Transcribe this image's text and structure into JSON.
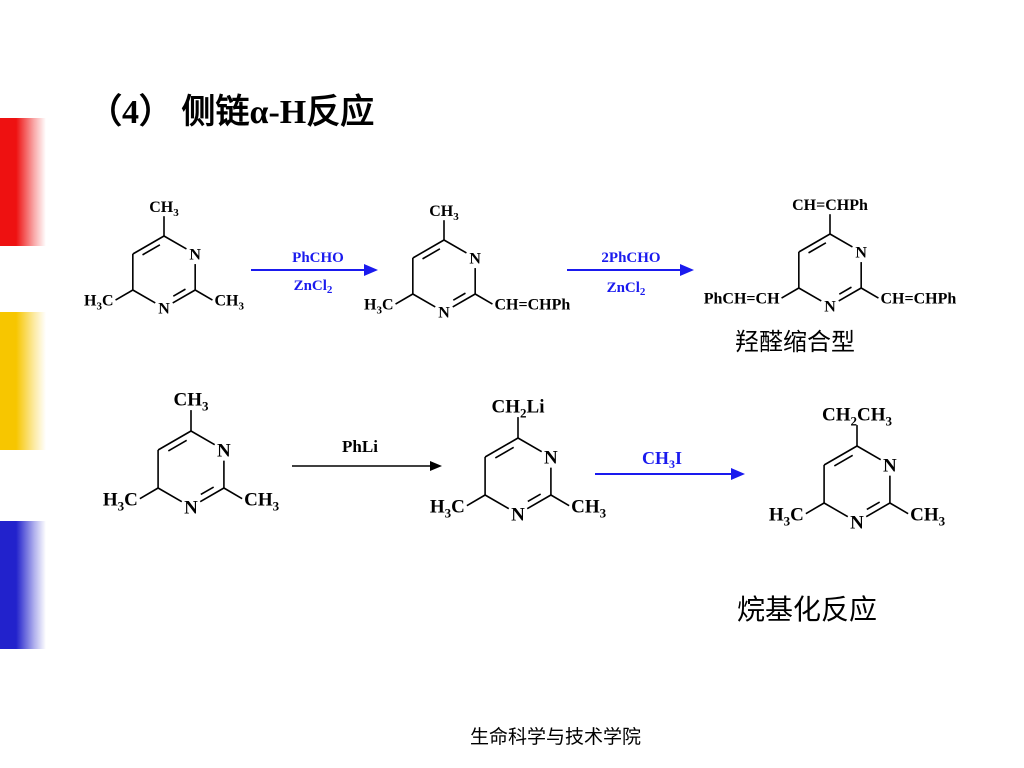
{
  "title": "（4） 侧链α-H反应",
  "colors": {
    "bar_red": "#ee1111",
    "bar_yellow": "#f7c600",
    "bar_blue": "#2222cc",
    "reagent_blue": "#1a1aee"
  },
  "scheme1": {
    "reactant": {
      "top": "CH3",
      "left": "H3C",
      "right": "CH3"
    },
    "step1": {
      "reagent_above": "PhCHO",
      "reagent_below": "ZnCl2"
    },
    "intermediate": {
      "top": "CH3",
      "left": "H3C",
      "right": "CH=CHPh"
    },
    "step2": {
      "reagent_above": "2PhCHO",
      "reagent_below": "ZnCl2"
    },
    "product": {
      "top": "CH=CHPh",
      "left": "PhCH=CH",
      "right": "CH=CHPh"
    },
    "caption": "羟醛缩合型"
  },
  "scheme2": {
    "reactant": {
      "top": "CH3",
      "left": "H3C",
      "right": "CH3"
    },
    "step1": {
      "reagent": "PhLi"
    },
    "intermediate": {
      "top": "CH2Li",
      "left": "H3C",
      "right": "CH3"
    },
    "step2": {
      "reagent": "CH3I"
    },
    "product": {
      "top": "CH2CH3",
      "left": "H3C",
      "right": "CH3"
    },
    "caption": "烷基化反应"
  },
  "ring_atom": "N",
  "footer": "生命科学与技术学院"
}
